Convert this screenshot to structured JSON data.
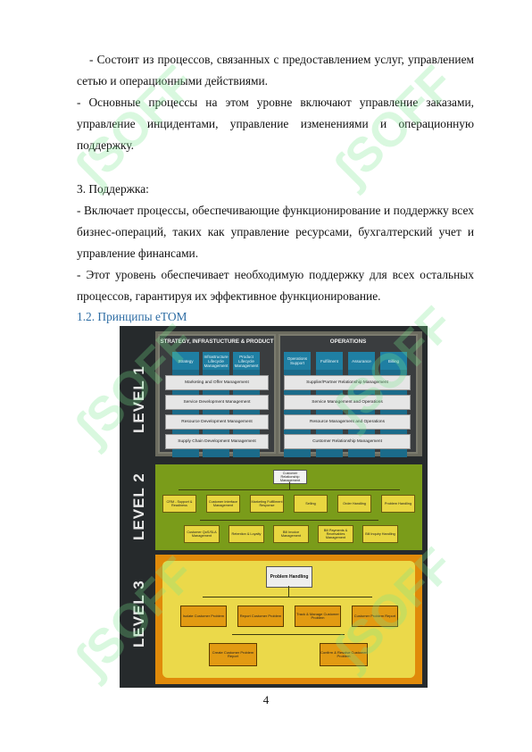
{
  "paragraphs": [
    "- Состоит из процессов, связанных с предоставлением услуг, управлением сетью и операционными действиями.",
    "- Основные процессы на этом уровне включают управление заказами, управление инцидентами, управление изменениями и операционную поддержку.",
    "3. Поддержка:",
    "- Включает процессы, обеспечивающие функционирование и поддержку всех бизнес-операций, таких как управление ресурсами, бухгалтерский учет и управление финансами.",
    "- Этот уровень обеспечивает необходимую поддержку для всех остальных процессов, гарантируя их эффективное функционирование."
  ],
  "section_heading": "1.2. Принципы eTOM",
  "page_number": "4",
  "watermark_text": "SOFF",
  "figure": {
    "level_labels": [
      "LEVEL 1",
      "LEVEL 2",
      "LEVEL 3"
    ],
    "level1": {
      "left_title": "STRATEGY, INFRASTUCTURE & PRODUCT",
      "right_title": "OPERATIONS",
      "left_tabs": [
        "Strategy",
        "Infrastructure Lifecycle Management",
        "Product Lifecycle Management"
      ],
      "right_tabs": [
        "Operations Support",
        "Fulfilment",
        "Assurance",
        "Billing"
      ],
      "left_processes": [
        "Marketing and Offer Management",
        "Service Development Management",
        "Resource Development Management",
        "Supply Chain Development Management"
      ],
      "right_processes": [
        "Supplier/Partner Relationship Management",
        "Service Management and Operations",
        "Resource Management and Operations",
        "Customer Relationship Management"
      ]
    },
    "level2": {
      "root": "Customer Relationship Management",
      "row1": [
        "CRM - Support & Readiness",
        "Customer Interface Management",
        "Marketing Fulfillment Response",
        "Selling",
        "Order Handling",
        "Problem Handling"
      ],
      "row2": [
        "Customer QoS/SLA Management",
        "Retention & Loyalty",
        "Bill Invoice Management",
        "Bill Payments & Receivables Management",
        "Bill Inquiry Handling"
      ]
    },
    "level3": {
      "root": "Problem Handling",
      "row1": [
        "Isolate Customer Problem",
        "Report Customer Problem",
        "Track & Manage Customer Problem",
        "Customer Problem Report"
      ],
      "row2": [
        "Create Customer Problem Report",
        "Confirm & Resolve Customer Problem"
      ]
    }
  },
  "colors": {
    "heading": "#2e6da4",
    "level1": "#6b6b5f",
    "level2": "#7a9c1a",
    "level3": "#e08a0a",
    "process_tab": "#1f7fa3"
  }
}
